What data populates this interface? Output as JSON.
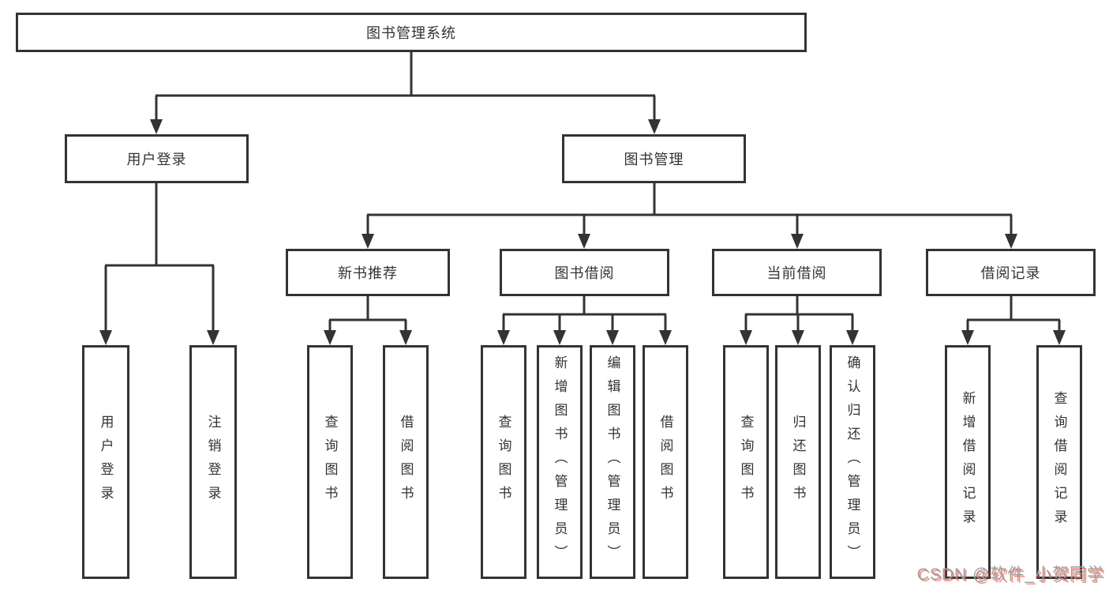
{
  "diagram": {
    "root": {
      "label": "图书管理系统"
    },
    "level2": [
      {
        "label": "用户登录"
      },
      {
        "label": "图书管理"
      }
    ],
    "level3": [
      {
        "label": "新书推荐"
      },
      {
        "label": "图书借阅"
      },
      {
        "label": "当前借阅"
      },
      {
        "label": "借阅记录"
      }
    ],
    "leaves": [
      {
        "label": "用户登录"
      },
      {
        "label": "注销登录"
      },
      {
        "label": "查询图书"
      },
      {
        "label": "借阅图书"
      },
      {
        "label": "查询图书"
      },
      {
        "label": "新增图书（管理员）"
      },
      {
        "label": "编辑图书（管理员）"
      },
      {
        "label": "借阅图书"
      },
      {
        "label": "查询图书"
      },
      {
        "label": "归还图书"
      },
      {
        "label": "确认归还（管理员）"
      },
      {
        "label": "新增借阅记录"
      },
      {
        "label": "查询借阅记录"
      }
    ]
  },
  "watermark": {
    "text": "CSDN @软件_小贺同学"
  },
  "colors": {
    "line": "#333333",
    "background": "#ffffff",
    "watermark_gray": "#9f9f9f",
    "watermark_red": "#ea3323"
  }
}
